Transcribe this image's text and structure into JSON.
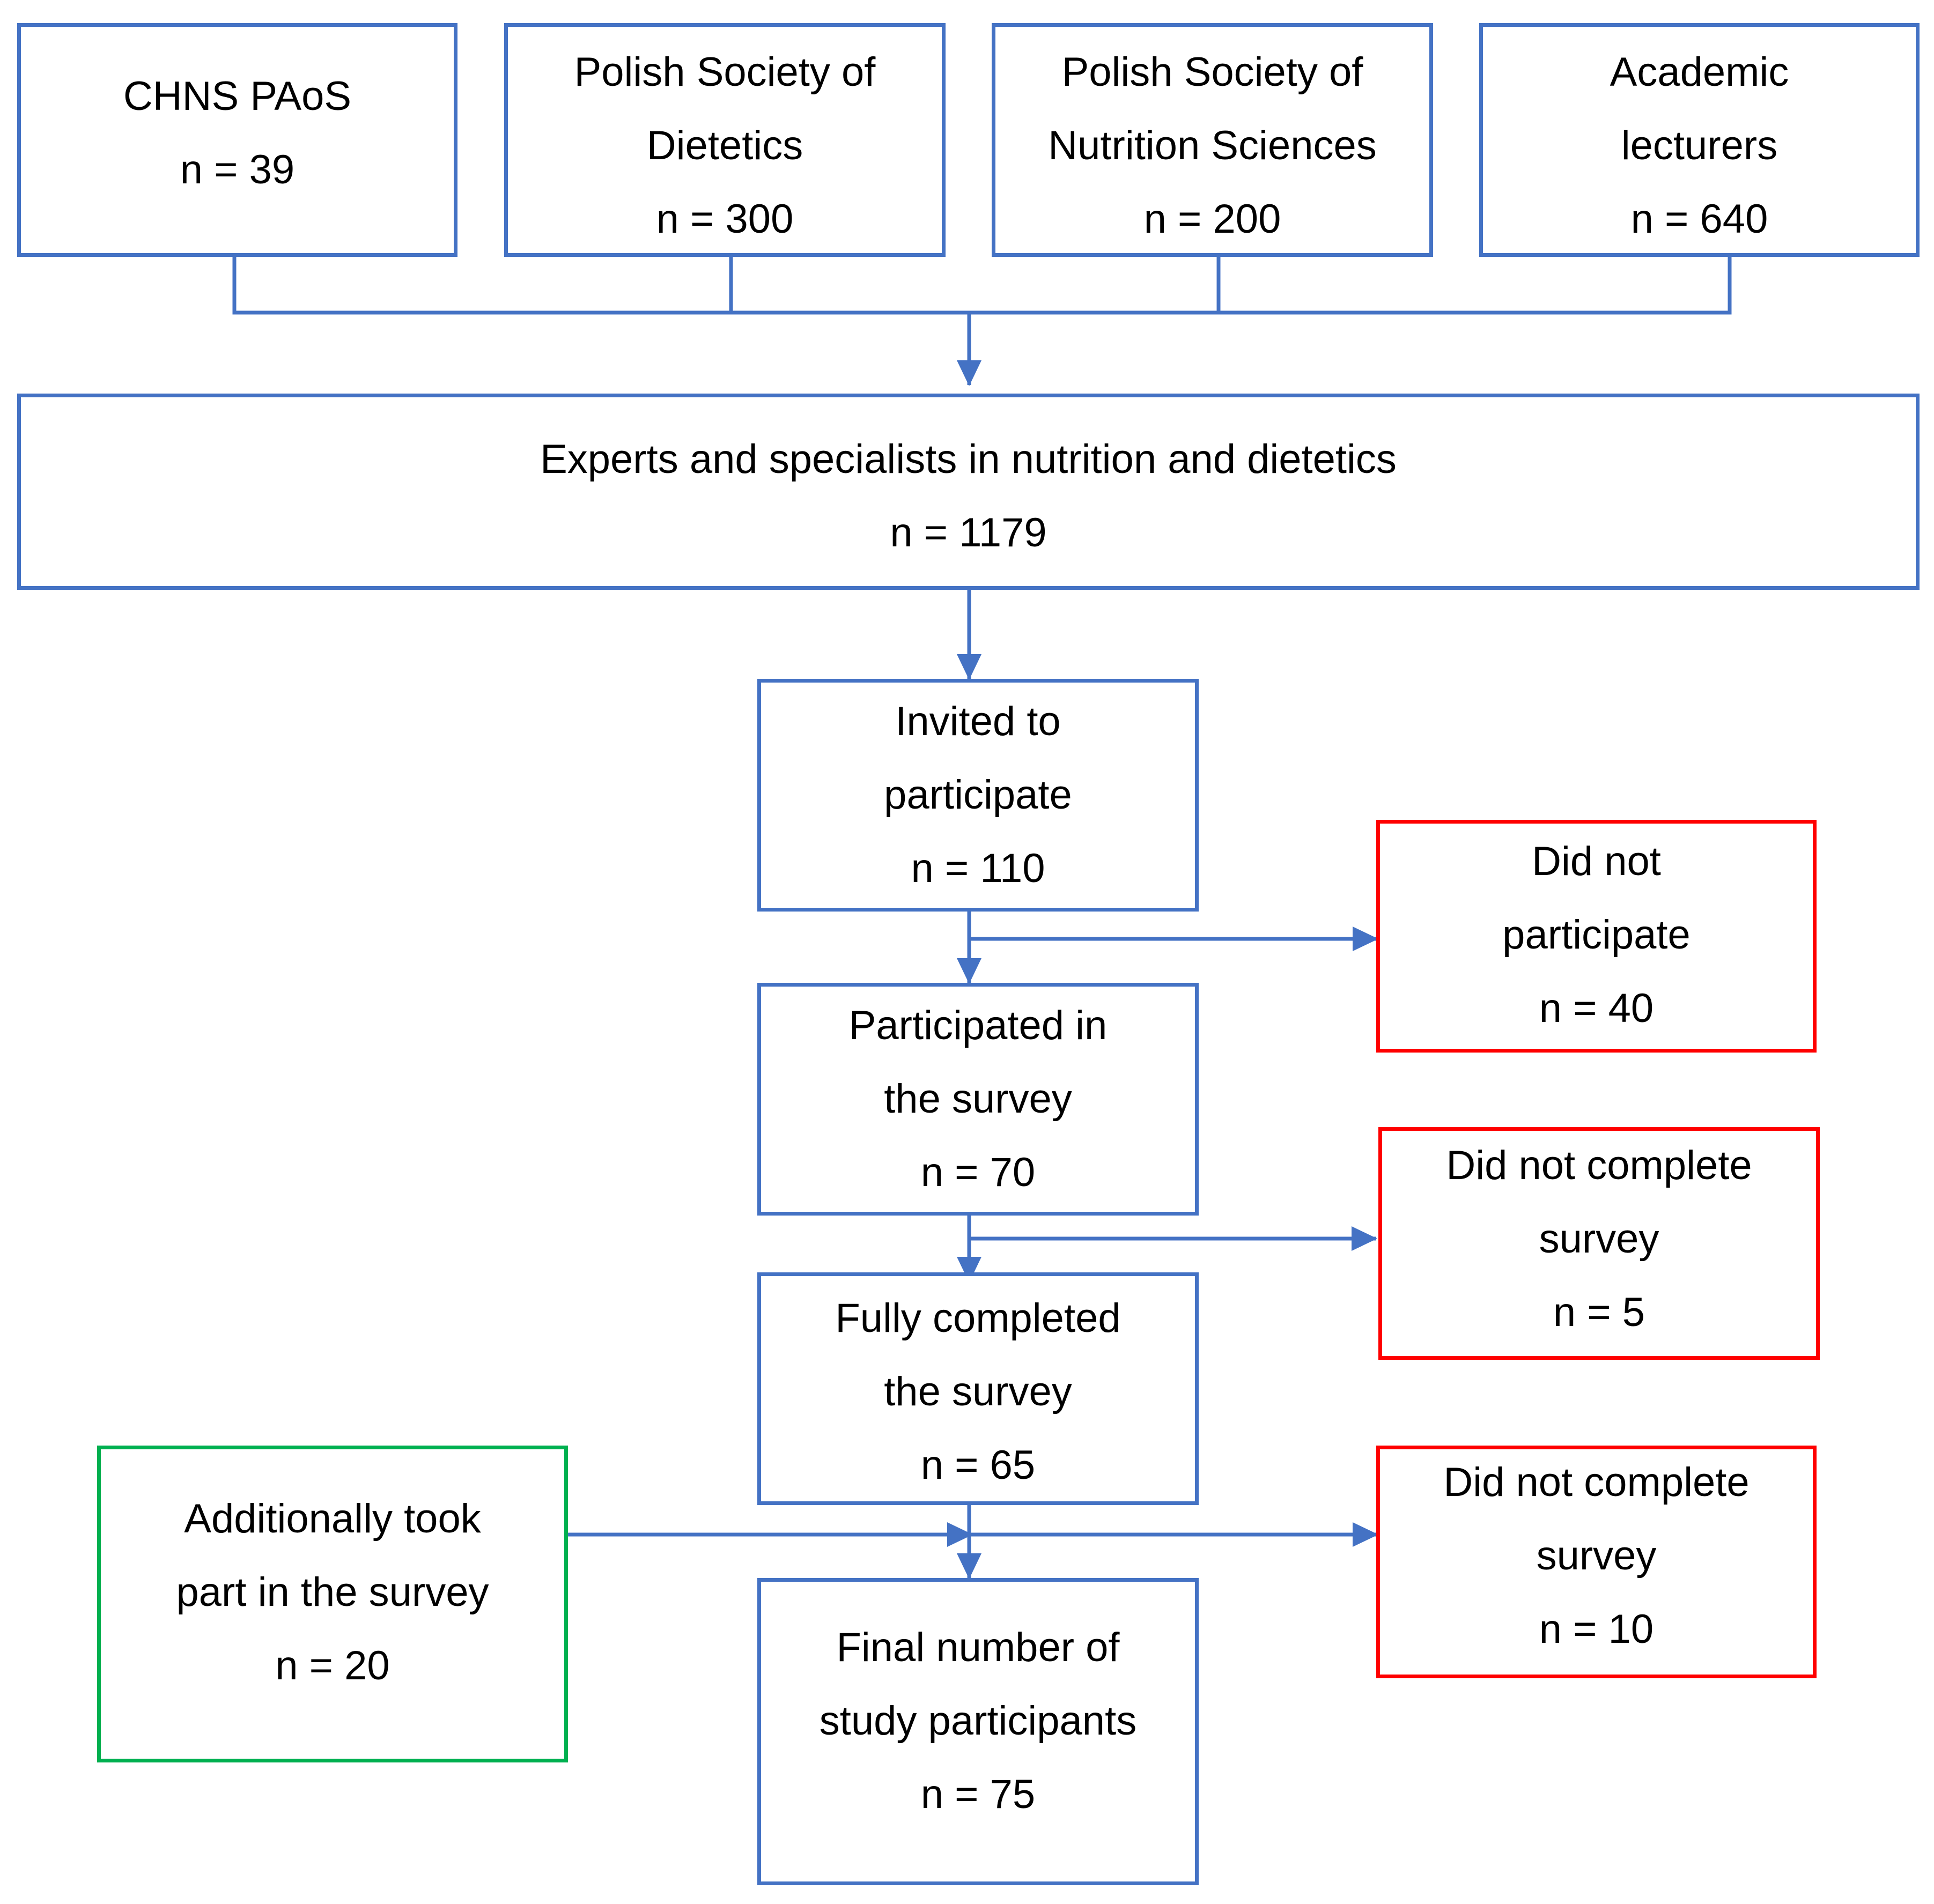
{
  "colors": {
    "flow_blue": "#4472C4",
    "exclusion_red": "#FF0000",
    "addition_green": "#00B050"
  },
  "sources": [
    {
      "line1": "CHNS PAoS",
      "line2": "n = 39"
    },
    {
      "line1": "Polish Society of",
      "line2": "Dietetics",
      "line3": "n = 300"
    },
    {
      "line1": "Polish Society of",
      "line2": "Nutrition Sciences",
      "line3": "n = 200"
    },
    {
      "line1": "Academic",
      "line2": "lecturers",
      "line3": "n = 640"
    }
  ],
  "pool": {
    "line1": "Experts and specialists in nutrition and dietetics",
    "line2": "n = 1179"
  },
  "invited": {
    "line1": "Invited to",
    "line2": "participate",
    "line3": "n = 110"
  },
  "participated": {
    "line1": "Participated in",
    "line2": "the survey",
    "line3": "n = 70"
  },
  "completed": {
    "line1": "Fully completed",
    "line2": "the survey",
    "line3": "n = 65"
  },
  "final": {
    "line1": "Final number of",
    "line2": "study participants",
    "line3": "n = 75"
  },
  "excluded_not_participate": {
    "line1": "Did not",
    "line2": "participate",
    "line3": "n = 40"
  },
  "excluded_not_complete_1": {
    "line1": "Did not complete",
    "line2": "survey",
    "line3": "n = 5"
  },
  "excluded_not_complete_2": {
    "line1": "Did not complete",
    "line2": "survey",
    "line3": "n = 10"
  },
  "additional": {
    "line1": "Additionally took",
    "line2": "part in the survey",
    "line3": "n = 20"
  }
}
